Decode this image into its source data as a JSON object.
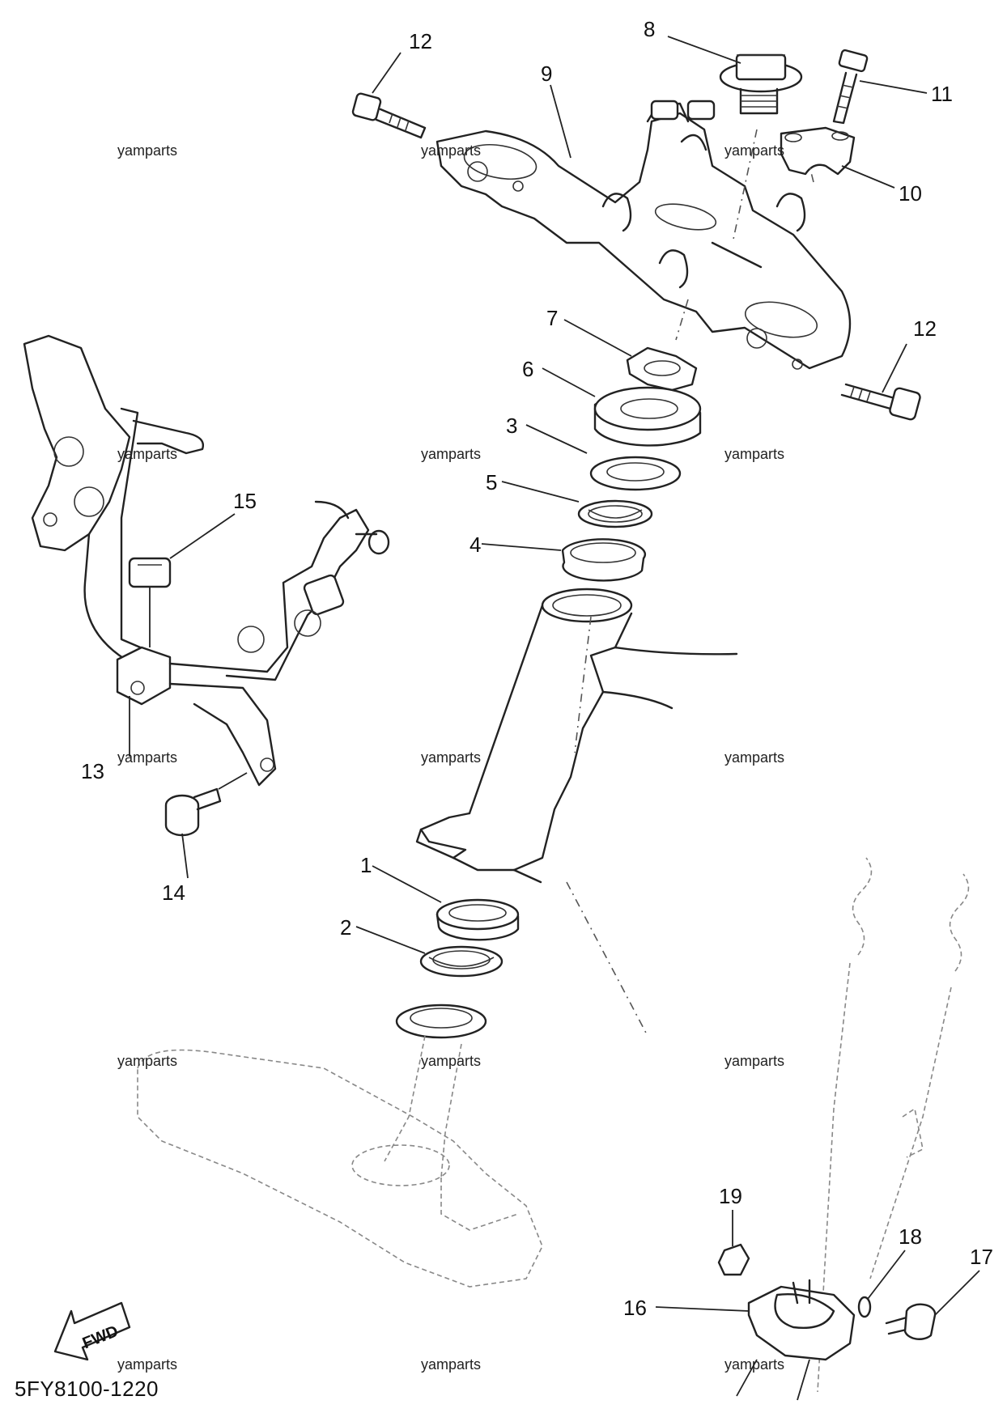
{
  "diagram": {
    "code": "5FY8100-1220",
    "fwd_label": "FWD",
    "watermark": "yamparts",
    "callouts": {
      "c1": "1",
      "c2": "2",
      "c3": "3",
      "c4": "4",
      "c5": "5",
      "c6": "6",
      "c7": "7",
      "c8": "8",
      "c9": "9",
      "c10": "10",
      "c11": "11",
      "c12a": "12",
      "c12b": "12",
      "c13": "13",
      "c14": "14",
      "c15": "15",
      "c16": "16",
      "c17": "17",
      "c18": "18",
      "c19": "19"
    }
  }
}
